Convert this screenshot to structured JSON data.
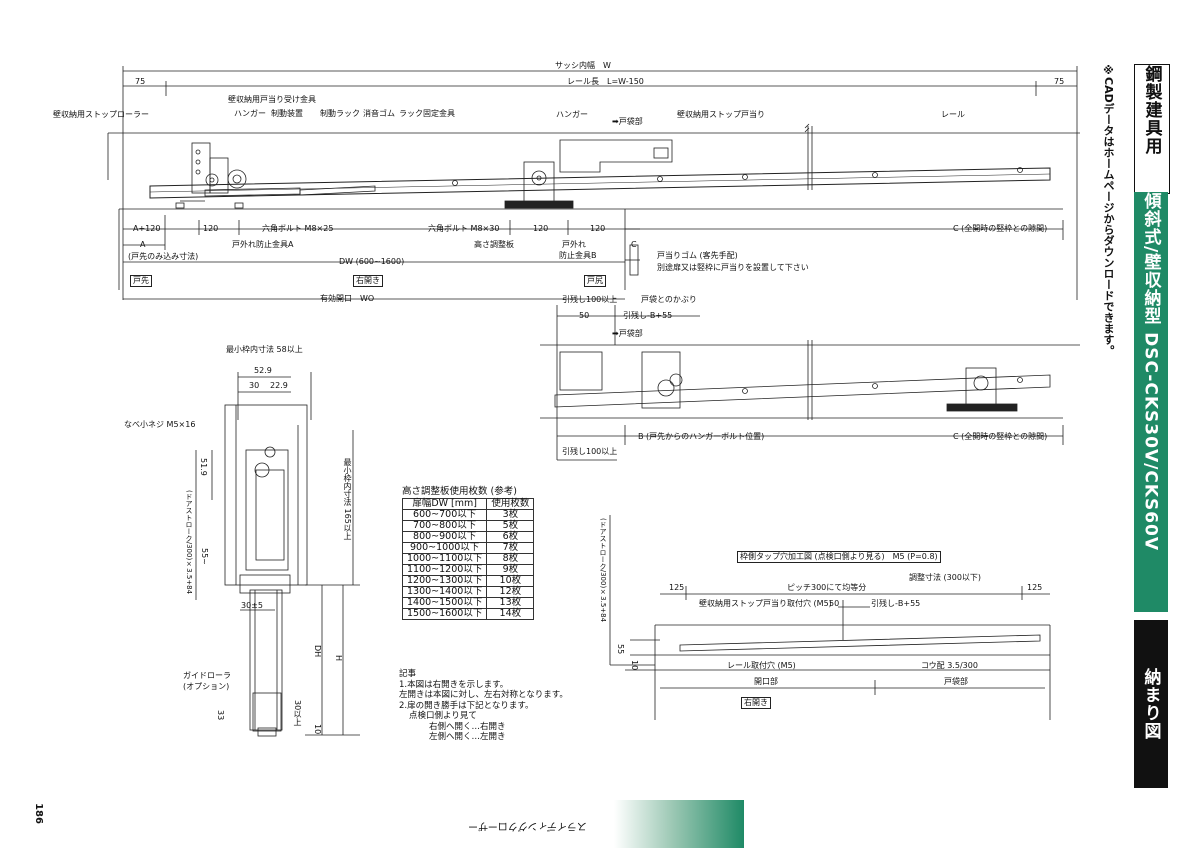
{
  "labels": {
    "sash_inner_width": "サッシ内幅　W",
    "rail_length": "レール長　L=W-150",
    "dim_75_left": "75",
    "dim_75_right": "75",
    "stop_roller": "壁収納用ストップローラー",
    "door_stop_receiver": "壁収納用戸当り受け金具",
    "hanger": "ハンガー",
    "brake": "制動装置",
    "brake_rack": "制動ラック",
    "sound_rubber": "消音ゴム",
    "rack_fixture": "ラック固定金具",
    "hanger2": "ハンガー",
    "to_pocket": "➡戸袋部",
    "stop_door_stop": "壁収納用ストップ戸当り",
    "rail": "レール",
    "a_plus_120": "A+120",
    "dim_120a": "120",
    "hex_bolt_25": "六角ボルト M8×25",
    "hex_bolt_30": "六角ボルト M8×30",
    "dim_120b": "120",
    "dim_120c": "120",
    "c_gap": "C (全開時の竪枠との隙間)",
    "a_label": "A",
    "a_paren": "(戸先のみ込み寸法)",
    "fall_prevent_a": "戸外れ防止金具A",
    "height_plate": "高さ調整板",
    "fall_prevent_b1": "戸外れ",
    "fall_prevent_b2": "防止金具B",
    "c_small": "C",
    "door_stop_rubber": "戸当りゴム (客先手配)",
    "separate_note": "別途扉又は竪枠に戸当りを設置して下さい",
    "dw": "DW (600~1600)",
    "door_tip": "戸先",
    "right_open": "右開き",
    "door_tail": "戸尻",
    "effective_opening": "有効開口　WO",
    "pull_left_100": "引残し100以上",
    "overlap": "戸袋とのかぶり",
    "dim_50": "50",
    "pull_left_b55": "引残し-B+55",
    "to_pocket2": "➡戸袋部",
    "b_label": "B (戸先からのハンガーボルト位置)",
    "c_gap2": "C (全開時の竪枠との隙間)",
    "pull_left_100b": "引残し100以上",
    "min_frame": "最小枠内寸法 58以上",
    "dim_529": "52.9",
    "dim_30": "30",
    "dim_229": "22.9",
    "pan_screw": "なべ小ネジ M5×16",
    "dim_519": "51.9",
    "door_stroke": "(ドアストローク/300)×3.5+84",
    "dim_55": "55~",
    "min_frame_h": "最小枠内寸法 165以上",
    "dim_30pm5": "30±5",
    "dh": "DH",
    "h": "H",
    "guide_roller1": "ガイドローラ",
    "guide_roller2": "(オプション)",
    "dim_33": "33",
    "dim_30up": "30以上",
    "dim_10": "10",
    "table_title": "高さ調整板使用枚数 (参考)",
    "tap_title": "枠側タップ穴加工図 (点検口側より見る)　M5 (P=0.8)",
    "adjust_dim": "調整寸法 (300以下)",
    "dim_125l": "125",
    "dim_125r": "125",
    "pitch": "ピッチ300にて均等分",
    "stop_hole": "壁収納用ストップ戸当り取付穴 (M5)",
    "dim_50b": "50",
    "pull_left_b55b": "引残し-B+55",
    "door_stroke2": "(ドアストローク/300)×3.5+84",
    "dim_55b": "55",
    "dim_10b": "10",
    "rail_hole": "レール取付穴 (M5)",
    "slope": "コウ配 3.5/300",
    "opening": "開口部",
    "pocket": "戸袋部",
    "right_open2": "右開き"
  },
  "height_table": {
    "headers": [
      "扉幅DW [mm]",
      "使用枚数"
    ],
    "rows": [
      [
        "600~700以下",
        "3枚"
      ],
      [
        "700~800以下",
        "5枚"
      ],
      [
        "800~900以下",
        "6枚"
      ],
      [
        "900~1000以下",
        "7枚"
      ],
      [
        "1000~1100以下",
        "8枚"
      ],
      [
        "1100~1200以下",
        "9枚"
      ],
      [
        "1200~1300以下",
        "10枚"
      ],
      [
        "1300~1400以下",
        "12枚"
      ],
      [
        "1400~1500以下",
        "13枚"
      ],
      [
        "1500~1600以下",
        "14枚"
      ]
    ]
  },
  "notes": {
    "title": "記事",
    "lines": [
      "1.本図は右開きを示します。",
      "左開きは本図に対し、左右対称となります。",
      "2.扉の開き勝手は下記となります。",
      "点検口側より見て",
      "右側へ開く…右開き",
      "左側へ開く…左開き"
    ]
  },
  "sidebar": {
    "category": "鋼製建具用",
    "model": "傾斜式/壁収納型 DSC-CKS30V/CKS60V",
    "section": "納まり図",
    "cad_note": "※CADデータはホームページからダウンロードできます。"
  },
  "footer": {
    "page_number": "186",
    "brand": "スライディングクローザー"
  },
  "colors": {
    "accent_green": "#1f8a66",
    "black": "#111111"
  }
}
